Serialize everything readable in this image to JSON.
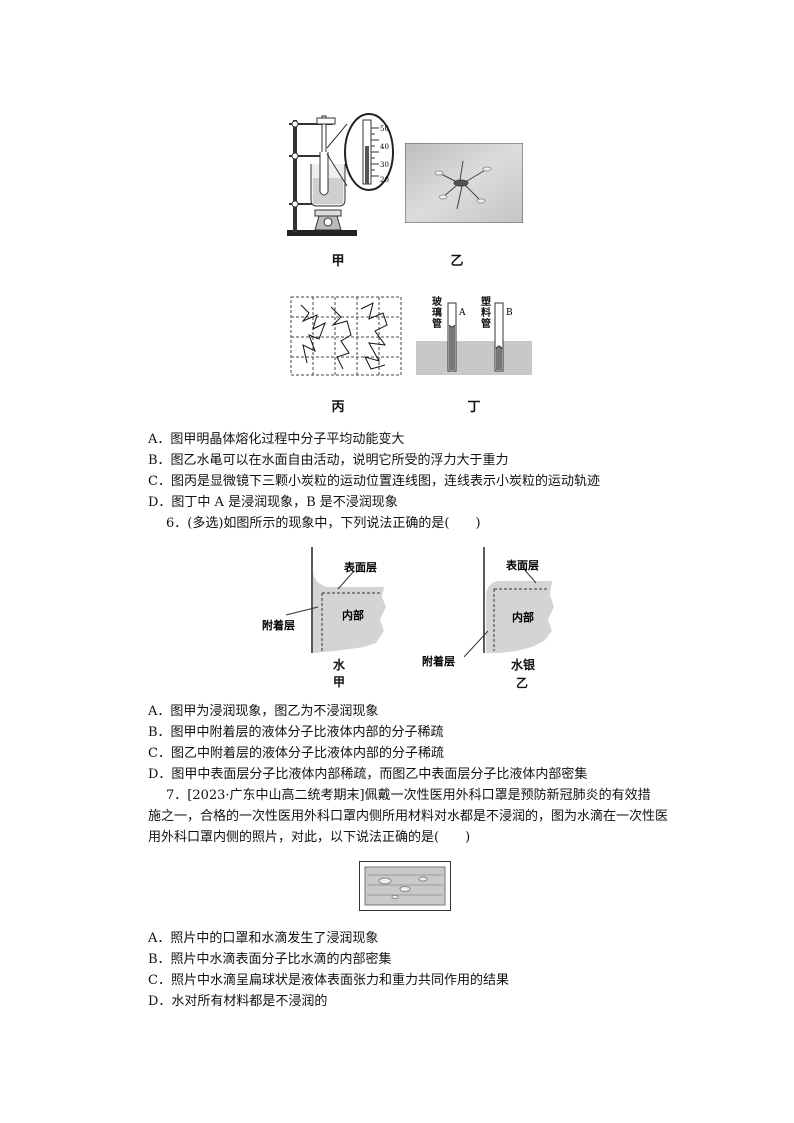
{
  "figures_top": {
    "jia": "甲",
    "yi": "乙",
    "bing": "丙",
    "ding": "丁",
    "thermo_ticks": [
      "50",
      "40",
      "30",
      "20"
    ],
    "tube_a_label": "玻璃管",
    "tube_a_letter": "A",
    "tube_b_label": "塑料管",
    "tube_b_letter": "B"
  },
  "q5_options": [
    "A．图甲明晶体熔化过程中分子平均动能变大",
    "B．图乙水黾可以在水面自由活动，说明它所受的浮力大于重力",
    "C．图丙是显微镜下三颗小炭粒的运动位置连线图，连线表示小炭粒的运动轨迹",
    "D．图丁中 A 是浸润现象，B 是不浸润现象"
  ],
  "q6": {
    "stem": "6．(多选)如图所示的现象中，下列说法正确的是(　　)",
    "fig_left": {
      "surface": "表面层",
      "adhesion": "附着层",
      "inner": "内部",
      "liquid": "水",
      "caption": "甲"
    },
    "fig_right": {
      "surface": "表面层",
      "adhesion": "附着层",
      "inner": "内部",
      "liquid": "水银",
      "caption": "乙"
    },
    "options": [
      "A．图甲为浸润现象，图乙为不浸润现象",
      "B．图甲中附着层的液体分子比液体内部的分子稀疏",
      "C．图乙中附着层的液体分子比液体内部的分子稀疏",
      "D．图甲中表面层分子比液体内部稀疏，而图乙中表面层分子比液体内部密集"
    ]
  },
  "q7": {
    "line1": "7．[2023·广东中山高二统考期末]佩戴一次性医用外科口罩是预防新冠肺炎的有效措",
    "line2": "施之一，合格的一次性医用外科口罩内侧所用材料对水都是不浸润的，图为水滴在一次性医",
    "line3": "用外科口罩内侧的照片，对此，以下说法正确的是(　　)",
    "options": [
      "A．照片中的口罩和水滴发生了浸润现象",
      "B．照片中水滴表面分子比水滴的内部密集",
      "C．照片中水滴呈扁球状是液体表面张力和重力共同作用的结果",
      "D．水对所有材料都是不浸润的"
    ]
  }
}
